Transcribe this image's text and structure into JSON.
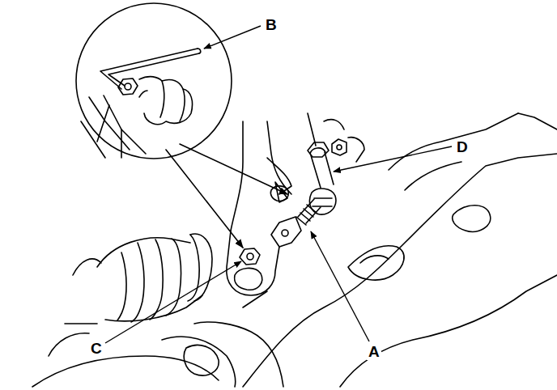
{
  "diagram": {
    "labels": [
      "B",
      "D",
      "C",
      "A"
    ]
  }
}
